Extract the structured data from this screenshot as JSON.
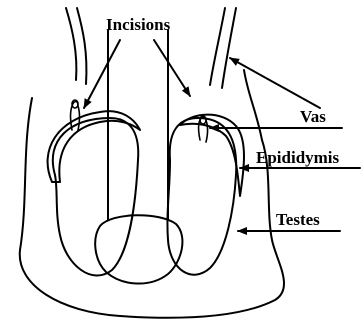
{
  "labels": {
    "incisions": "Incisions",
    "vas": "Vas",
    "epididymis": "Epididymis",
    "testes": "Testes"
  },
  "colors": {
    "stroke": "#000000",
    "background": "#ffffff"
  }
}
